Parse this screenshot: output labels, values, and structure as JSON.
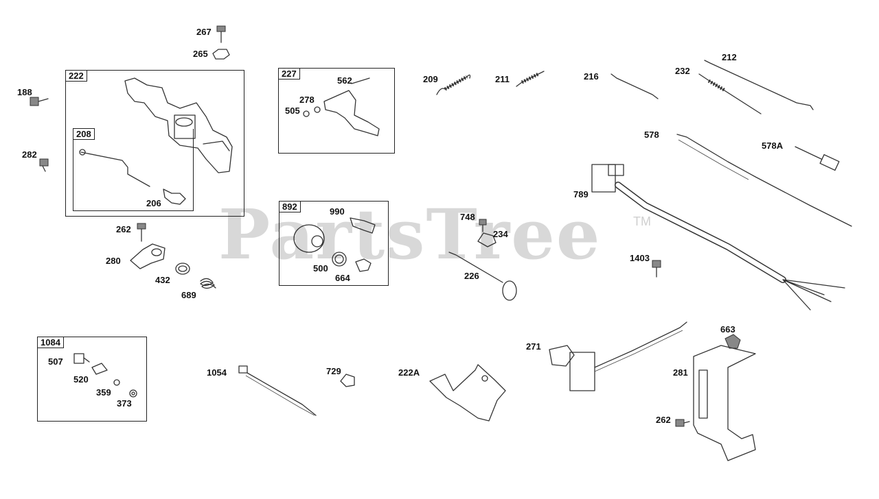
{
  "watermark": {
    "text": "PartsTree",
    "trademark": "TM"
  },
  "boxes": [
    {
      "id": "box-222",
      "label": "222"
    },
    {
      "id": "box-208",
      "label": "208"
    },
    {
      "id": "box-227",
      "label": "227"
    },
    {
      "id": "box-892",
      "label": "892"
    },
    {
      "id": "box-1084",
      "label": "1084"
    }
  ],
  "labels": [
    "267",
    "265",
    "188",
    "282",
    "206",
    "262",
    "280",
    "432",
    "689",
    "562",
    "278",
    "505",
    "990",
    "500",
    "664",
    "209",
    "211",
    "216",
    "232",
    "212",
    "578",
    "578A",
    "789",
    "748",
    "234",
    "226",
    "1403",
    "507",
    "520",
    "359",
    "373",
    "1054",
    "729",
    "222A",
    "271",
    "663",
    "281",
    "262"
  ]
}
